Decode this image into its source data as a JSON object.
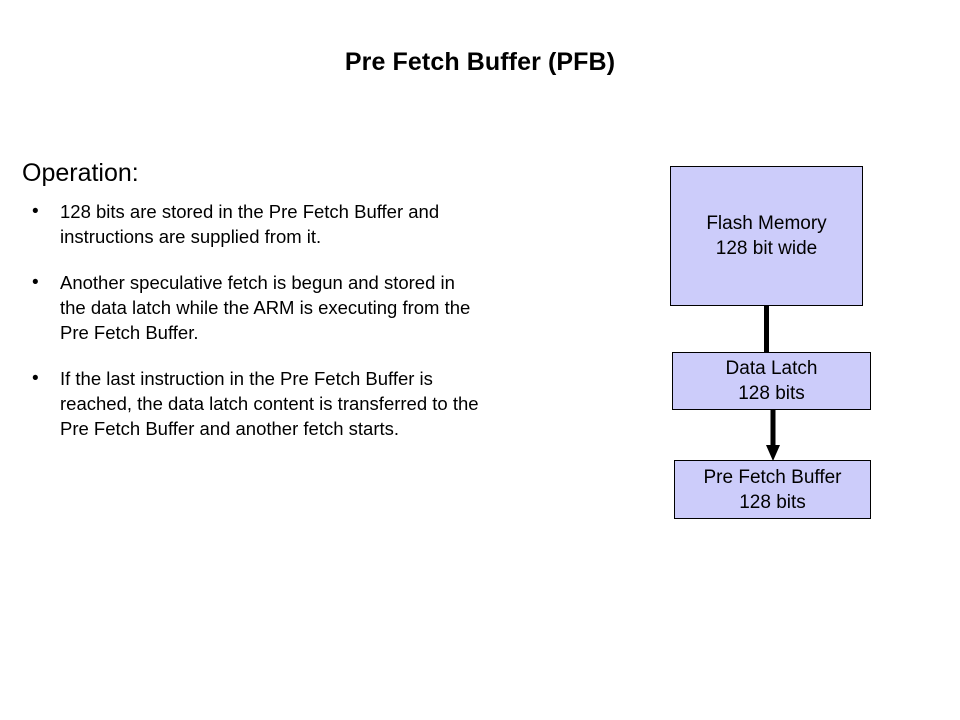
{
  "slide": {
    "title": "Pre Fetch Buffer (PFB)",
    "background_color": "#ffffff",
    "text_color": "#000000"
  },
  "content": {
    "heading": "Operation:",
    "bullet_marker": "•",
    "bullets": [
      {
        "marker": "•",
        "text": "128 bits are stored in the Pre Fetch Buffer and\ninstructions are supplied from it."
      },
      {
        "marker": "•",
        "text": "Another speculative fetch is begun and stored in\nthe data latch while the ARM is executing from the\nPre Fetch Buffer."
      },
      {
        "marker": "•",
        "text": "If the last instruction in the Pre Fetch Buffer is\nreached, the data latch content is transferred to the\nPre Fetch Buffer and another fetch starts."
      }
    ]
  },
  "diagram": {
    "box_fill_color": "#ccccfa",
    "box_border_color": "#000000",
    "connector_color": "#000000",
    "boxes": [
      {
        "name": "flash-memory",
        "line1": "Flash Memory",
        "line2": "128 bit wide"
      },
      {
        "name": "data-latch",
        "line1": "Data Latch",
        "line2": "128 bits"
      },
      {
        "name": "pre-fetch-buffer",
        "line1": "Pre Fetch Buffer",
        "line2": "128 bits"
      }
    ],
    "connectors": [
      {
        "name": "flash-to-latch",
        "style": "plain-line",
        "direction": "down"
      },
      {
        "name": "latch-to-pfb",
        "style": "arrow",
        "direction": "down"
      }
    ]
  }
}
